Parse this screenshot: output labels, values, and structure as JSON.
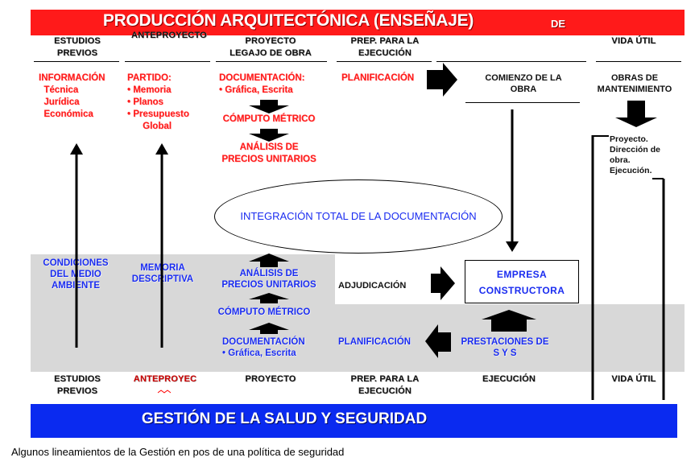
{
  "title": "PRODUCCIÓN ARQUITECTÓNICA (ENSEÑAJE)",
  "title_suffix": "DE",
  "footer": "GESTIÓN DE LA SALUD Y SEGURIDAD",
  "caption": "Algunos lineamientos de la Gestión en pos de una política de seguridad",
  "colors": {
    "red": "#ff1a1a",
    "blue": "#0a2af0",
    "gray": "#d8d8d8"
  },
  "top_headers": {
    "estudios": "ESTUDIOS\nPREVIOS",
    "anteproyecto": "ANTEPROYECTO",
    "proyecto": "PROYECTO\nLEGAJO DE OBRA",
    "prep": "PREP. PARA LA\nEJECUCIÓN",
    "vida": "VIDA ÚTIL"
  },
  "bottom_headers": {
    "estudios": "ESTUDIOS\nPREVIOS",
    "anteproyecto": "ANTEPROYEC",
    "proyecto": "PROYECTO",
    "prep": "PREP. PARA LA\nEJECUCIÓN",
    "ejecucion": "EJECUCIÓN",
    "vida": "VIDA ÚTIL"
  },
  "red_items": {
    "informacion": "INFORMACIÓN\n  Técnica\n  Jurídica\n  Económica",
    "partido": "PARTIDO:\n• Memoria\n• Planos\n• Presupuesto\n      Global",
    "documentacion": "DOCUMENTACIÓN:\n• Gráfica, Escrita",
    "computo": "CÓMPUTO MÉTRICO",
    "analisis": "ANÁLISIS DE\nPRECIOS UNITARIOS",
    "planificacion": "PLANIFICACIÓN"
  },
  "comienzo": "COMIENZO DE LA\nOBRA",
  "obras_mant": "OBRAS DE\nMANTENIMIENTO",
  "vida_list": "Proyecto.\nDirección de\nobra.\nEjecución.",
  "ellipse_text": "INTEGRACIÓN TOTAL DE LA DOCUMENTACIÓN",
  "blue_items": {
    "condiciones": "CONDICIONES\nDEL MEDIO\nAMBIENTE",
    "memoria": "MEMORIA\nDESCRIPTIVA",
    "analisis": "ANÁLISIS DE\nPRECIOS UNITARIOS",
    "computo": "CÓMPUTO MÉTRICO",
    "documentacion": "DOCUMENTACIÓN\n• Gráfica, Escrita",
    "planificacion": "PLANIFICACIÓN",
    "prestaciones": "PRESTACIONES DE\nS Y S"
  },
  "adjudicacion": "ADJUDICACIÓN",
  "empresa": "EMPRESA\nCONSTRUCTORA"
}
